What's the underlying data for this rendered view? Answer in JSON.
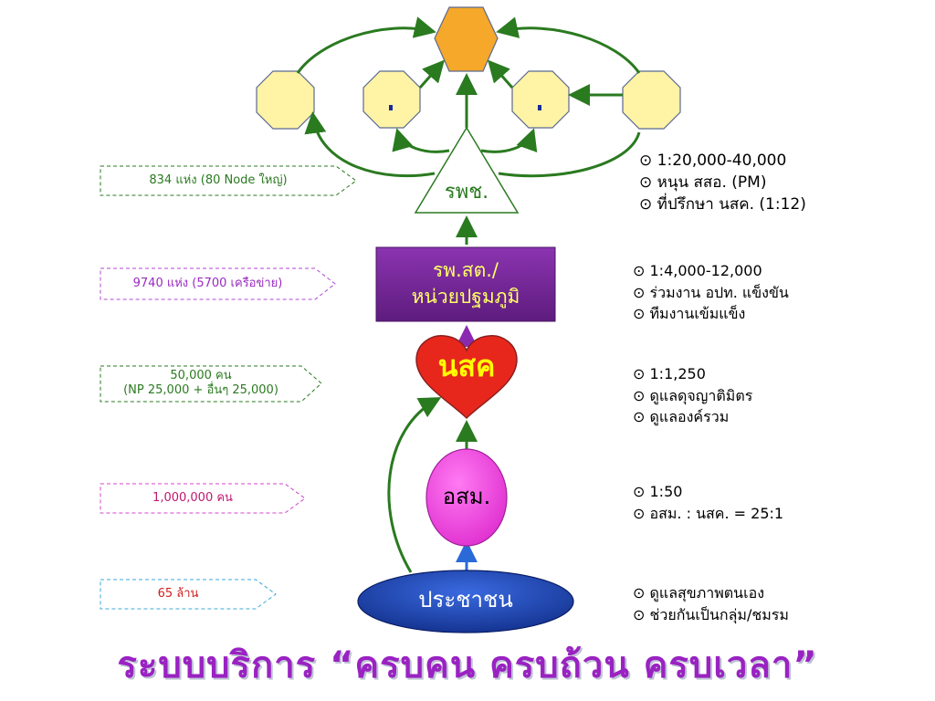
{
  "title": "ระบบบริการ “ครบคน ครบถ้วน ครบเวลา”",
  "nodes": {
    "hospital": "รพช.",
    "subdistrict": "รพ.สต./\nหน่วยปฐมภูมิ",
    "heart": "นสค",
    "volunteer": "อสม.",
    "people": "ประชาชน"
  },
  "tags": {
    "hospital": "834 แห่ง (80 Node ใหญ่)",
    "subdistrict": "9740 แห่ง (5700 เครือข่าย)",
    "heart": "50,000 คน\n(NP 25,000 + อื่นๆ 25,000)",
    "volunteer": "1,000,000 คน",
    "people": "65 ล้าน"
  },
  "bullets": {
    "hospital": [
      "⊙ 1:20,000-40,000",
      "⊙ หนุน สสอ. (PM)",
      "⊙ ที่ปรึกษา นสค. (1:12)"
    ],
    "subdistrict": [
      "⊙ 1:4,000-12,000",
      "⊙ ร่วมงาน อปท. แข็งขัน",
      "⊙ ทีมงานเข้มแข็ง"
    ],
    "heart": [
      "⊙ 1:1,250",
      "⊙ ดูแลดุจญาติมิตร",
      "⊙ ดูแลองค์รวม"
    ],
    "volunteer": [
      "⊙ 1:50",
      "⊙ อสม. : นสค. = 25:1"
    ],
    "people": [
      "⊙ ดูแลสุขภาพตนเอง",
      "⊙ ช่วยกันเป็นกลุ่ม/ชมรม"
    ]
  },
  "colors": {
    "green": "#2a7a20",
    "purple_box": "#7b2a9c",
    "heart_red": "#e8271c",
    "heart_text": "#ffff00",
    "volunteer_pink": "#ee44dd",
    "people_blue": "#1a44b8",
    "octagon_yellow": "#fff3a6",
    "hexagon_orange": "#f5a82a",
    "title_purple": "#9a22c2"
  }
}
